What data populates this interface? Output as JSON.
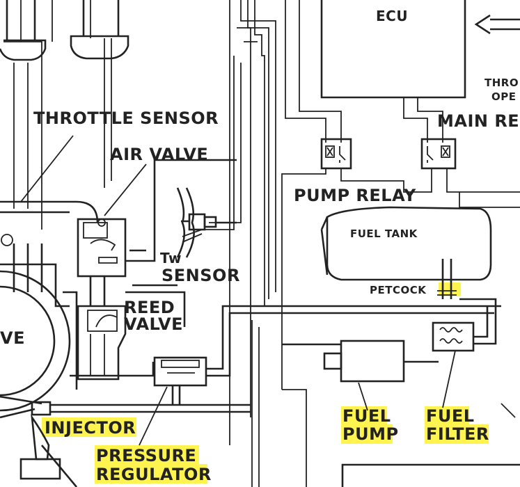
{
  "labels": {
    "ecu": "ECU",
    "throttle_sensor": "THROTTLE SENSOR",
    "air_valve": "AIR VALVE",
    "main_relay": "MAIN REL",
    "throttle_partial_1": "THRO",
    "throttle_partial_2": "OPE",
    "pump_relay": "PUMP RELAY",
    "fuel_tank": "FUEL TANK",
    "tw": "Tw",
    "sensor": "SENSOR",
    "petcock": "PETCOCK",
    "reed": "REED",
    "valve": "VALVE",
    "ve_partial": "VE",
    "injector": "INJECTOR",
    "pressure": "PRESSURE",
    "regulator": "REGULATOR",
    "fuel_pump_1": "FUEL",
    "fuel_pump_2": "PUMP",
    "fuel_filter_1": "FUEL",
    "fuel_filter_2": "FILTER"
  },
  "highlight_color": "#fff44f"
}
